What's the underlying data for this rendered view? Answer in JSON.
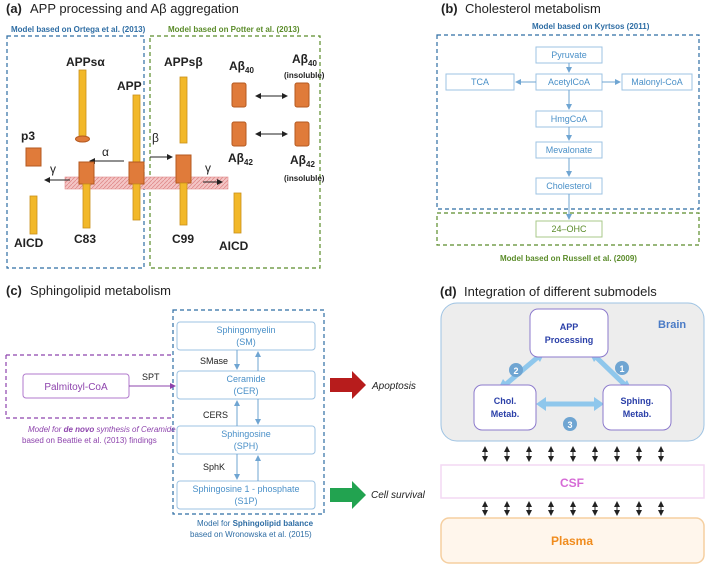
{
  "panel_a": {
    "title_letter": "(a)",
    "title": "APP processing and Aβ aggregation",
    "left_model": "Model based on Ortega et al. (2013)",
    "right_model": "Model based on Potter et al. (2013)",
    "labels": {
      "apps_alpha": "APPsα",
      "app": "APP",
      "apps_beta": "APPsβ",
      "p3": "p3",
      "alpha": "α",
      "beta": "β",
      "gamma_left": "γ",
      "gamma_right": "γ",
      "aicd_left": "AICD",
      "c83": "C83",
      "c99": "C99",
      "aicd_right": "AICD",
      "ab40": "Aβ",
      "ab40_sub": "40",
      "ab40_ins": "Aβ",
      "ab40_ins_sub": "40",
      "ab42": "Aβ",
      "ab42_sub": "42",
      "ab42_ins": "Aβ",
      "ab42_ins_sub": "42",
      "insoluble_1": "(insoluble)",
      "insoluble_2": "(insoluble)"
    }
  },
  "panel_b": {
    "title_letter": "(b)",
    "title": "Cholesterol metabolism",
    "top_model": "Model based on Kyrtsos (2011)",
    "bottom_model": "Model based on Russell et al. (2009)",
    "nodes": {
      "pyruvate": "Pyruvate",
      "tca": "TCA",
      "acetylcoa": "AcetylCoA",
      "malonylcoa": "Malonyl-CoA",
      "hmgcoa": "HmgCoA",
      "mevalonate": "Mevalonate",
      "cholesterol": "Cholesterol",
      "ohc": "24–OHC"
    }
  },
  "panel_c": {
    "title_letter": "(c)",
    "title": "Sphingolipid metabolism",
    "nodes": {
      "sm_1": "Sphingomyelin",
      "sm_2": "(SM)",
      "cer_1": "Ceramide",
      "cer_2": "(CER)",
      "sph_1": "Sphingosine",
      "sph_2": "(SPH)",
      "s1p_1": "Sphingosine 1 - phosphate",
      "s1p_2": "(S1P)",
      "palmitoyl": "Palmitoyl-CoA"
    },
    "enzymes": {
      "smase": "SMase",
      "spt": "SPT",
      "cers": "CERS",
      "sphk": "SphK"
    },
    "outcomes": {
      "apoptosis": "Apoptosis",
      "survival": "Cell survival"
    },
    "denovo_note": {
      "line1_a": "Model for ",
      "line1_b": "de novo",
      "line1_c": " synthesis of Ceramide",
      "line2": "based on Beattie et al. (2013) findings"
    },
    "balance_note": {
      "line1_a": "Model for ",
      "line1_b": "Sphingolipid balance",
      "line2": "based on Wronowska et al. (2015)"
    }
  },
  "panel_d": {
    "title_letter": "(d)",
    "title": "Integration of different submodels",
    "brain": "Brain",
    "app_1": "APP",
    "app_2": "Processing",
    "chol_1": "Chol.",
    "chol_2": "Metab.",
    "sphing_1": "Sphing.",
    "sphing_2": "Metab.",
    "n1": "1",
    "n2": "2",
    "n3": "3",
    "csf": "CSF",
    "plasma": "Plasma"
  },
  "colors": {
    "orange": "#E07B3A",
    "yellow": "#F2B829",
    "blue_dash": "#2E6DA4",
    "green_dash": "#5B8C2A",
    "node_blue": "#4A90C8",
    "purple": "#8E44AD",
    "red_arrow": "#B71C1C",
    "green_arrow": "#22A350",
    "brain_fill": "#EDEDED",
    "csf_text": "#D66BD6",
    "plasma_text": "#F08C1E",
    "light_blue_arrow": "#8FC7EC"
  }
}
